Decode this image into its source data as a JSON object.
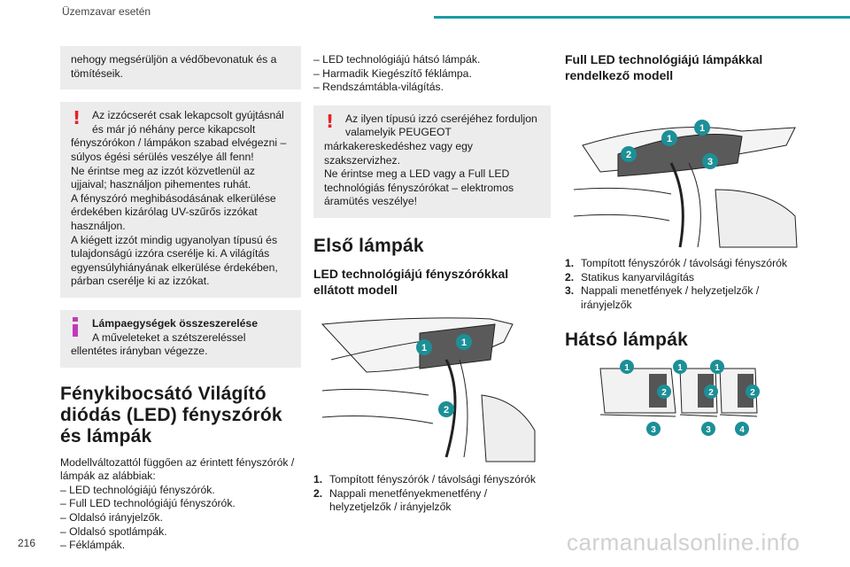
{
  "header": {
    "title": "Üzemzavar esetén"
  },
  "page_number": "216",
  "watermark": "carmanualsonline.info",
  "col1": {
    "grey_note": "nehogy megsérüljön a védőbevonatuk és a tömítéseik.",
    "warning1_lead": "Az izzócserét csak lekapcsolt gyújtásnál és már jó néhány perce kikapcsolt",
    "warning1_rest": "fényszórókon / lámpákon szabad elvégezni – súlyos égési sérülés veszélye áll fenn!\nNe érintse meg az izzót közvetlenül az ujjaival; használjon pihementes ruhát.\nA fényszóró meghibásodásának elkerülése érdekében kizárólag UV-szűrős izzókat használjon.\nA kiégett izzót mindig ugyanolyan típusú és tulajdonságú izzóra cserélje ki. A világítás egyensúlyhiányának elkerülése érdekében, párban cserélje ki az izzókat.",
    "info_title": "Lámpaegységek összeszerelése",
    "info_lead": "A műveleteket a szétszereléssel",
    "info_rest": "ellentétes irányban végezze.",
    "section_title": "Fénykibocsátó Világító diódás (LED) fényszórók és lámpák",
    "intro": "Modellváltozattól függően az érintett fényszórók / lámpák az alábbiak:",
    "list": [
      "– LED technológiájú fényszórók.",
      "– Full LED technológiájú fényszórók.",
      "– Oldalsó irányjelzők.",
      "– Oldalsó spotlámpák.",
      "– Féklámpák."
    ]
  },
  "col2": {
    "list": [
      "– LED technológiájú hátsó lámpák.",
      "– Harmadik Kiegészítő féklámpa.",
      "– Rendszámtábla-világítás."
    ],
    "warning_lead": "Az ilyen típusú izzó cseréjéhez forduljon valamelyik PEUGEOT",
    "warning_rest": "márkakereskedéshez vagy egy szakszervizhez.\nNe érintse meg a LED vagy a Full LED technológiás fényszórókat – elektromos áramütés veszélye!",
    "section_title": "Első lámpák",
    "subsection_title": "LED technológiájú fényszórókkal ellátott modell",
    "callouts": [
      "1",
      "1",
      "2"
    ],
    "items": [
      {
        "n": "1.",
        "text": "Tompított fényszórók / távolsági fényszórók"
      },
      {
        "n": "2.",
        "text": "Nappali menetfényekmenetfény / helyzetjelzők / irányjelzők"
      }
    ]
  },
  "col3": {
    "subsection_title": "Full LED technológiájú lámpákkal rendelkező modell",
    "callouts": [
      "1",
      "1",
      "2",
      "3"
    ],
    "items": [
      {
        "n": "1.",
        "text": "Tompított fényszórók / távolsági fényszórók"
      },
      {
        "n": "2.",
        "text": "Statikus kanyarvilágítás"
      },
      {
        "n": "3.",
        "text": "Nappali menetfények / helyzetjelzők / irányjelzők"
      }
    ],
    "section_title": "Hátsó lámpák",
    "rear_callouts": [
      "1",
      "1",
      "1",
      "2",
      "2",
      "2",
      "3",
      "3",
      "4"
    ]
  },
  "colors": {
    "accent": "#1c9aa6",
    "warning": "#e3222b",
    "info": "#c23ab8",
    "callout": "#1c8f97"
  }
}
